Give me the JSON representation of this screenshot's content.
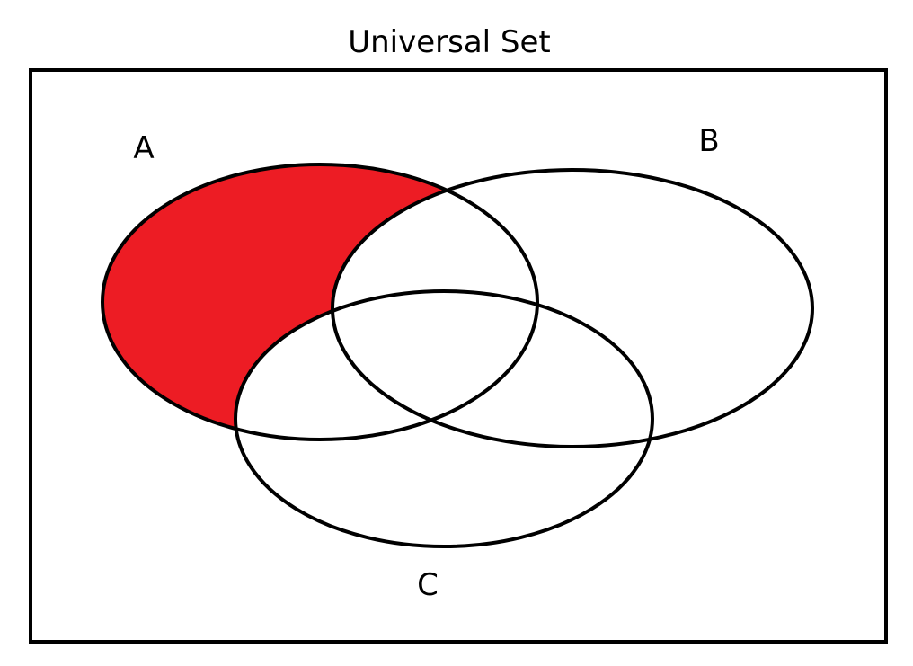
{
  "diagram": {
    "title": "Universal Set",
    "sets": [
      {
        "id": "A",
        "label": "A"
      },
      {
        "id": "B",
        "label": "B"
      },
      {
        "id": "C",
        "label": "C"
      }
    ],
    "shaded_region": "A only (A − (B ∪ C))",
    "colors": {
      "shade": "#ED1C24",
      "stroke": "#000000",
      "background": "#FFFFFF"
    }
  }
}
